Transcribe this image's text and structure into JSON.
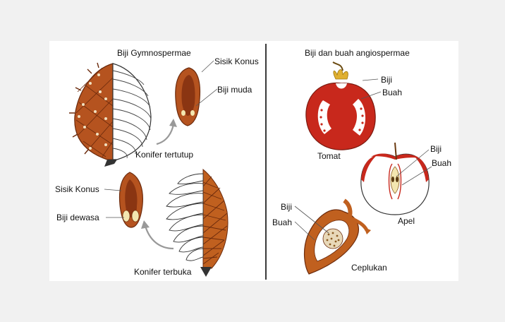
{
  "left": {
    "title": "Biji Gymnospermae",
    "closed_scale_label": "Sisik Konus",
    "young_seed_label": "Biji muda",
    "closed_cone_caption": "Konifer tertutup",
    "open_scale_label": "Sisik Konus",
    "mature_seed_label": "Biji dewasa",
    "open_cone_caption": "Konifer terbuka"
  },
  "right": {
    "title": "Biji dan buah angiospermae",
    "tomato": {
      "seed_label": "Biji",
      "fruit_label": "Buah",
      "caption": "Tomat"
    },
    "apple": {
      "seed_label": "Biji",
      "fruit_label": "Buah",
      "caption": "Apel"
    },
    "ceplukan": {
      "seed_label": "Biji",
      "fruit_label": "Buah",
      "caption": "Ceplukan"
    }
  },
  "colors": {
    "cone_brown": "#b5531f",
    "cone_dark": "#7a2e0c",
    "seed_cream": "#f3e6b0",
    "tomato_red": "#c8281c",
    "apple_red": "#c8281c",
    "leaf_yellow": "#e0b030"
  }
}
